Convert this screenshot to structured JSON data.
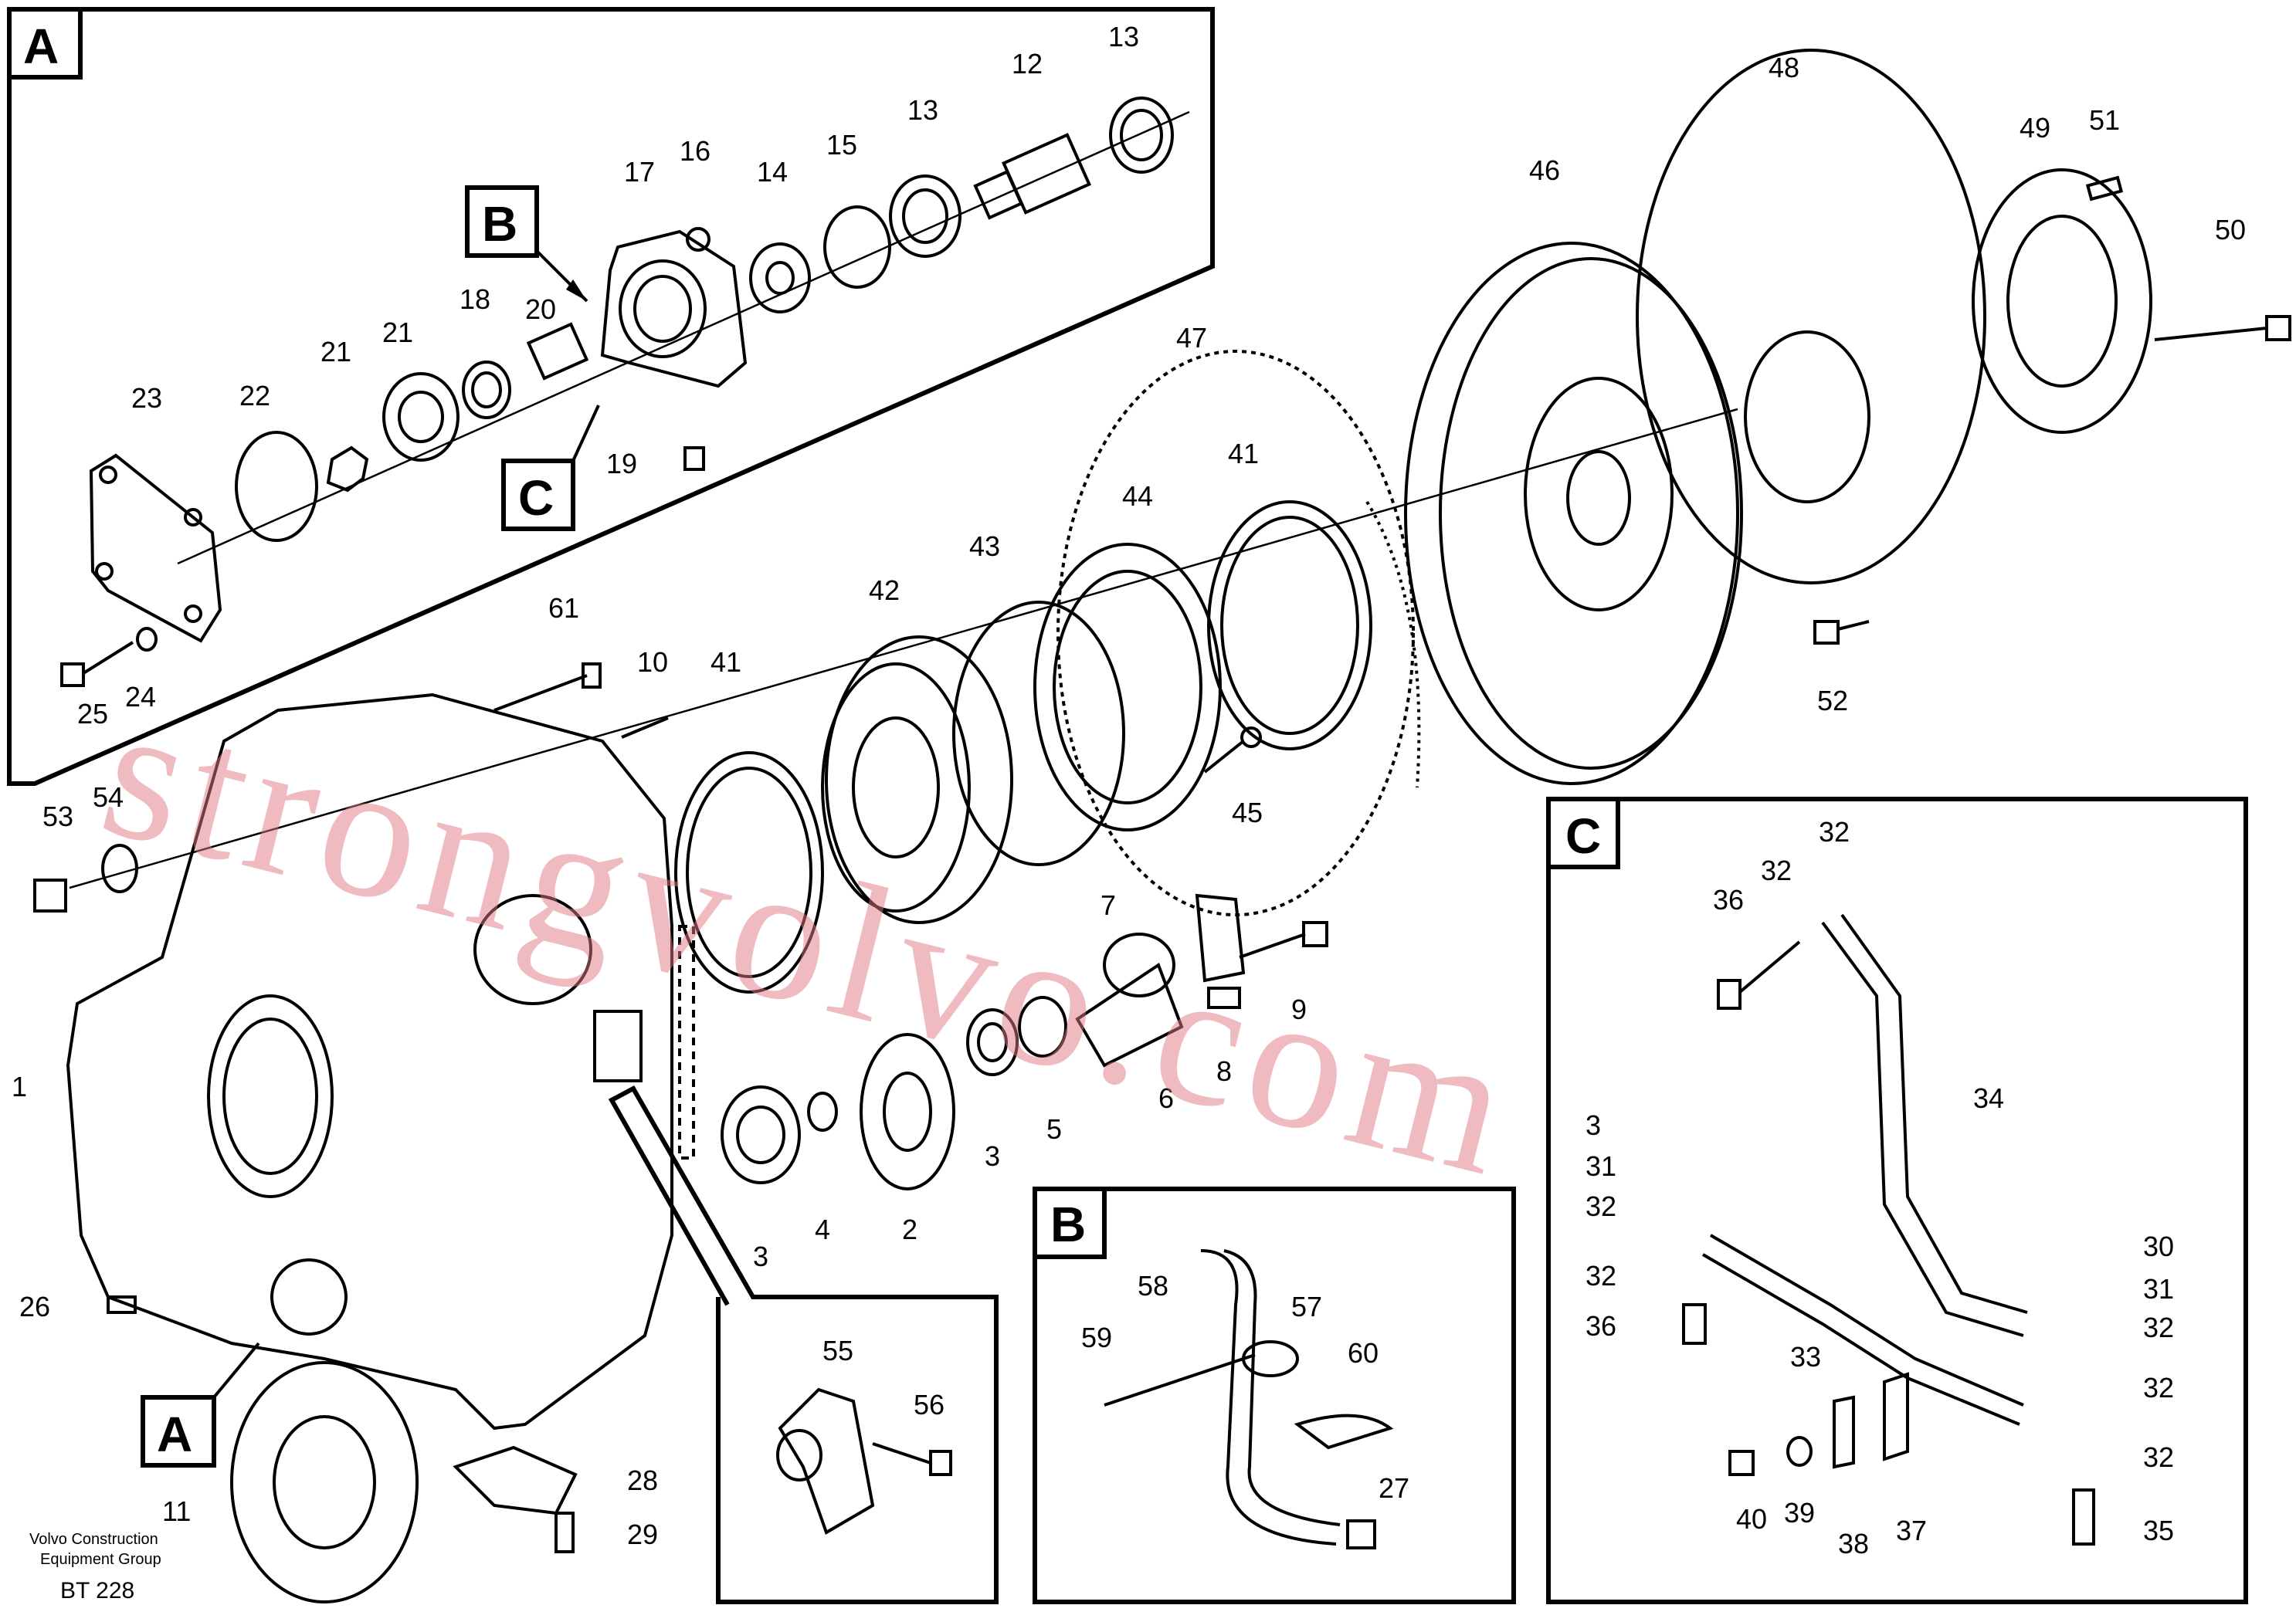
{
  "callout_boxes": {
    "A_top": "A",
    "B_main": "B",
    "C_main": "C",
    "A_bottom": "A",
    "B_inset": "B",
    "C_inset": "C"
  },
  "labels": {
    "l13a": "13",
    "l12": "12",
    "l13b": "13",
    "l16": "16",
    "l15": "15",
    "l14": "14",
    "l17": "17",
    "l18": "18",
    "l20": "20",
    "l21a": "21",
    "l21b": "21",
    "l22": "22",
    "l23": "23",
    "l19": "19",
    "l25": "25",
    "l24": "24",
    "l61": "61",
    "l10": "10",
    "l41a": "41",
    "l42": "42",
    "l43": "43",
    "l44": "44",
    "l41b": "41",
    "l47": "47",
    "l46": "46",
    "l48": "48",
    "l49": "49",
    "l51": "51",
    "l50": "50",
    "l52": "52",
    "l45": "45",
    "l53": "53",
    "l54": "54",
    "l7": "7",
    "l9": "9",
    "l8": "8",
    "l6": "6",
    "l5": "5",
    "l3a": "3",
    "l3b": "3",
    "l4": "4",
    "l2": "2",
    "l1": "1",
    "l26": "26",
    "l11": "11",
    "l28": "28",
    "l29": "29",
    "l55": "55",
    "l56": "56",
    "l57": "57",
    "l58": "58",
    "l59": "59",
    "l60": "60",
    "l27": "27",
    "c32a": "32",
    "c32b": "32",
    "c36a": "36",
    "c3": "3",
    "c31a": "31",
    "c32c": "32",
    "c34": "34",
    "c32d": "32",
    "c36b": "36",
    "c33": "33",
    "c30": "30",
    "c31b": "31",
    "c32e": "32",
    "c32f": "32",
    "c32g": "32",
    "c40": "40",
    "c39": "39",
    "c38": "38",
    "c37": "37",
    "c35": "35"
  },
  "footer": {
    "line1": "Volvo Construction",
    "line2": "Equipment Group",
    "code": "BT 228"
  },
  "watermark": "strongvolvo.com"
}
